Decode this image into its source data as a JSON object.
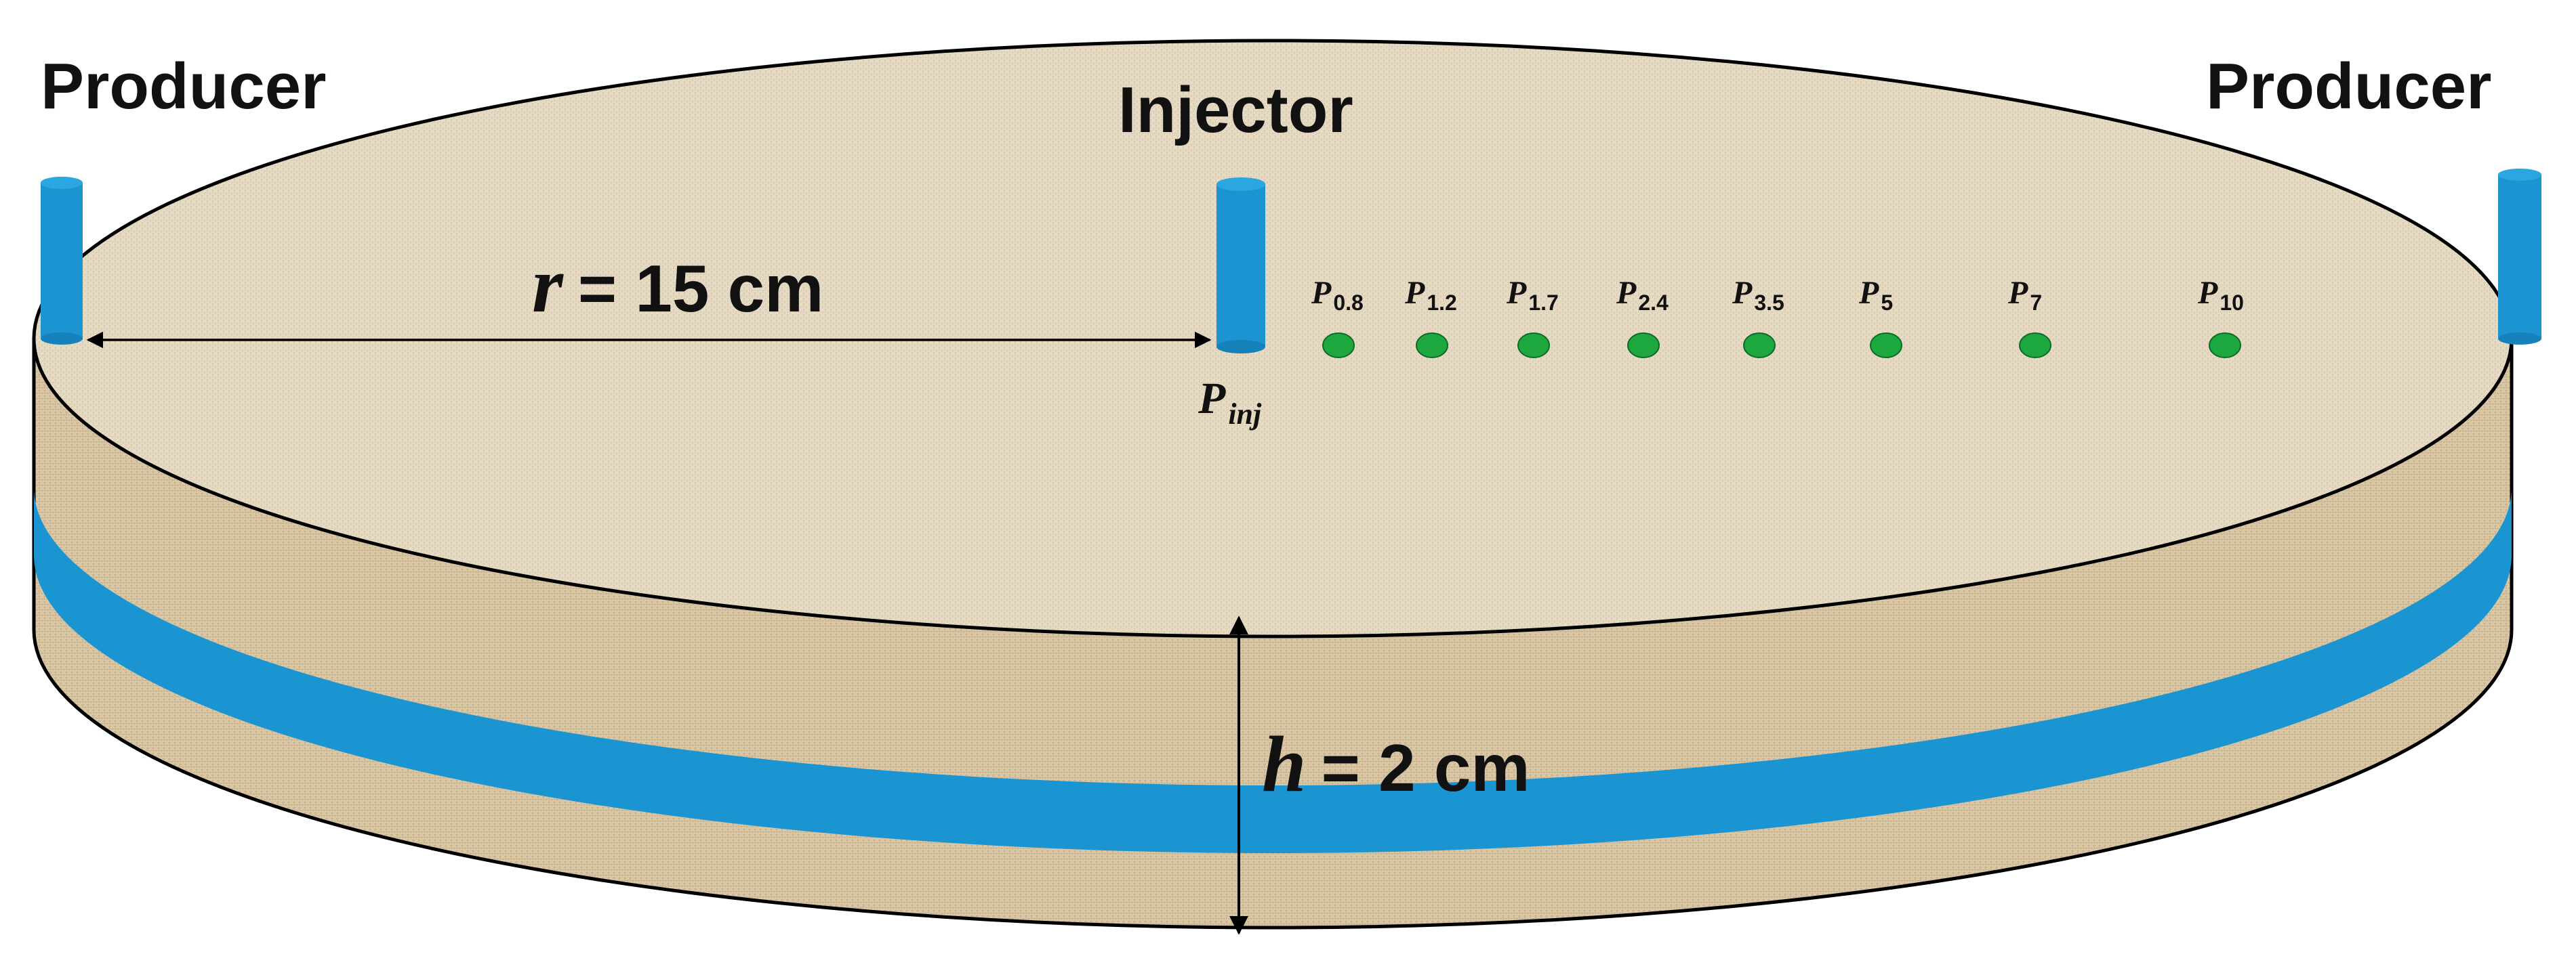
{
  "labels": {
    "producer_left": "Producer",
    "producer_right": "Producer",
    "injector": "Injector",
    "r_var": "r",
    "r_value": "= 15 cm",
    "h_var": "h",
    "h_value": "= 2 cm",
    "pinj_main": "P",
    "pinj_sub": "inj"
  },
  "probes": [
    {
      "main": "P",
      "sub": "0.8"
    },
    {
      "main": "P",
      "sub": "1.2"
    },
    {
      "main": "P",
      "sub": "1.7"
    },
    {
      "main": "P",
      "sub": "2.4"
    },
    {
      "main": "P",
      "sub": "3.5"
    },
    {
      "main": "P",
      "sub": "5"
    },
    {
      "main": "P",
      "sub": "7"
    },
    {
      "main": "P",
      "sub": "10"
    }
  ],
  "colors": {
    "sand": "#e7dcc6",
    "sand_dark": "#b9a481",
    "well_blue": "#1a95d2",
    "probe_green": "#1da83f",
    "outline": "#000000"
  }
}
